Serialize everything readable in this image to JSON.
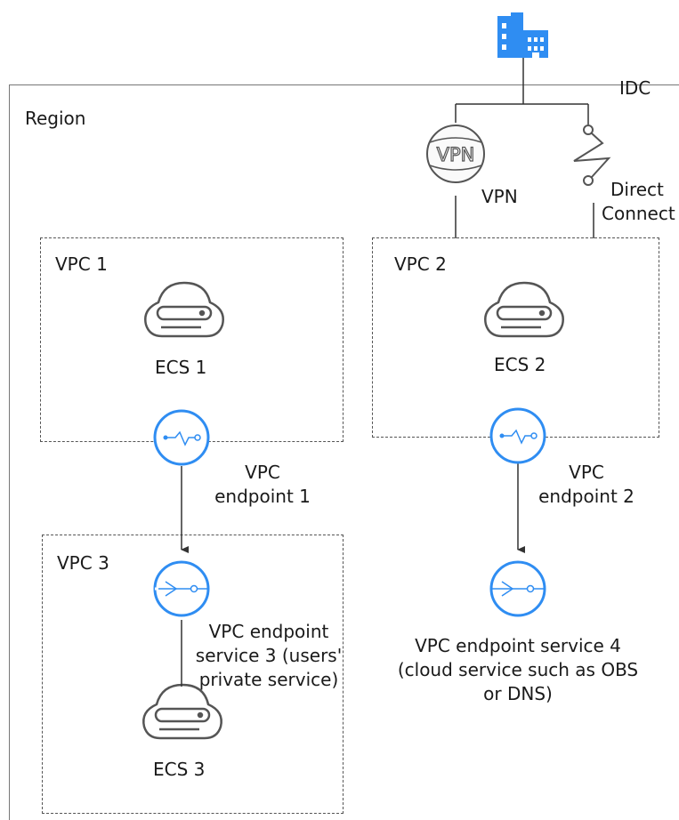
{
  "colors": {
    "accent": "#2f8df2",
    "line": "#333333",
    "border": "#777777",
    "gray_icon": "#555555"
  },
  "idc": {
    "label": "IDC",
    "icon": "building-icon"
  },
  "region": {
    "label": "Region"
  },
  "vpn": {
    "label": "VPN",
    "icon_text": "VPN"
  },
  "direct_connect": {
    "line1": "Direct",
    "line2": "Connect"
  },
  "vpc1": {
    "label": "VPC 1",
    "ecs_label": "ECS 1"
  },
  "vpc2": {
    "label": "VPC 2",
    "ecs_label": "ECS 2"
  },
  "vpc3": {
    "label": "VPC 3",
    "ecs_label": "ECS 3"
  },
  "endpoint1": {
    "line1": "VPC",
    "line2": "endpoint 1"
  },
  "endpoint2": {
    "line1": "VPC",
    "line2": "endpoint 2"
  },
  "service3": {
    "line1": "VPC endpoint",
    "line2": "service 3 (users'",
    "line3": "private service)"
  },
  "service4": {
    "line1": "VPC endpoint service 4",
    "line2": "(cloud service such as OBS",
    "line3": "or DNS)"
  }
}
